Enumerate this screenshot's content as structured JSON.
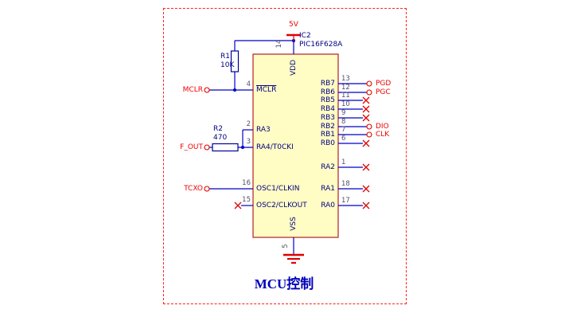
{
  "frame": {
    "title": "MCU控制"
  },
  "colors": {
    "wire": "#0000c8",
    "ic_fill": "#fffcc4",
    "ic_border": "#b22222",
    "net_label": "#f00000",
    "component_label": "#000080",
    "sheet_border": "#ff2020",
    "title_text": "#0000b8"
  },
  "power": {
    "vcc_label": "5V"
  },
  "ic": {
    "designator": "IC2",
    "part_number": "PIC16F628A",
    "top_pin": {
      "name": "VDD",
      "number": "14"
    },
    "bottom_pin": {
      "name": "VSS",
      "number": "5"
    },
    "left_pins": [
      {
        "name": "MCLR",
        "number": "4"
      },
      {
        "name": "RA3",
        "number": "2"
      },
      {
        "name": "RA4/T0CKI",
        "number": "3"
      },
      {
        "name": "OSC1/CLKIN",
        "number": "16"
      },
      {
        "name": "OSC2/CLKOUT",
        "number": "15"
      }
    ],
    "right_pins": [
      {
        "name": "RB7",
        "number": "13"
      },
      {
        "name": "RB6",
        "number": "12"
      },
      {
        "name": "RB5",
        "number": "11"
      },
      {
        "name": "RB4",
        "number": "10"
      },
      {
        "name": "RB3",
        "number": "9"
      },
      {
        "name": "RB2",
        "number": "8"
      },
      {
        "name": "RB1",
        "number": "7"
      },
      {
        "name": "RB0",
        "number": "6"
      },
      {
        "name": "RA2",
        "number": "1"
      },
      {
        "name": "RA1",
        "number": "18"
      },
      {
        "name": "RA0",
        "number": "17"
      }
    ]
  },
  "resistors": [
    {
      "ref": "R1",
      "value": "10K"
    },
    {
      "ref": "R2",
      "value": "470"
    }
  ],
  "nets": {
    "mclr": "MCLR",
    "f_out": "F_OUT",
    "tcxo": "TCXO",
    "pgd": "PGD",
    "pgc": "PGC",
    "dio": "DIO",
    "clk": "CLK"
  }
}
